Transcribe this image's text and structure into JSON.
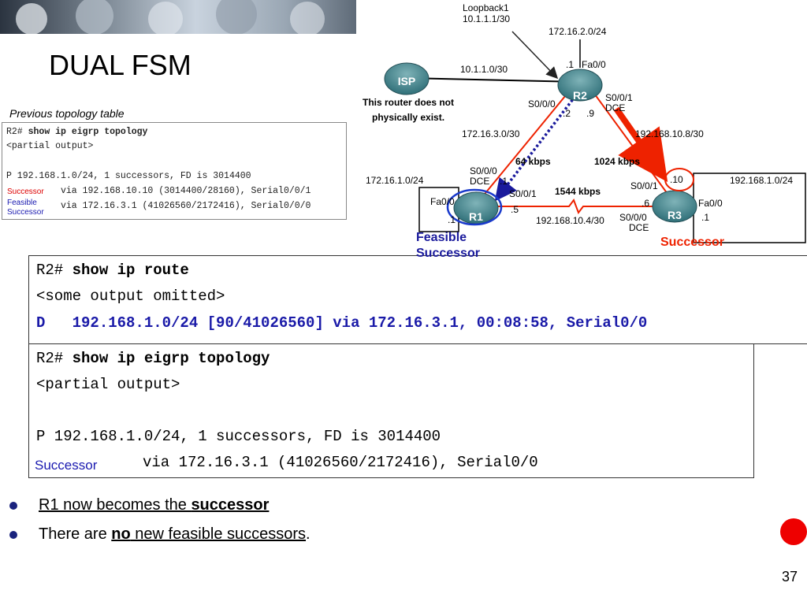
{
  "slide_title": "DUAL FSM",
  "prev_label": "Previous topology table",
  "mini_table": {
    "line1_prompt": "R2# ",
    "line1_cmd": "show ip eigrp topology",
    "line2": "<partial output>",
    "line3": "P 192.168.1.0/24, 1 successors, FD is 3014400",
    "line4": "via 192.168.10.10 (3014400/28160), Serial0/0/1",
    "line5": "via 172.16.3.1 (41026560/2172416), Serial0/0/0",
    "successor_tag": "Successor",
    "feasible_tag_1": "Feasible",
    "feasible_tag_2": "Successor"
  },
  "route_box": {
    "prompt": "R2# ",
    "command": "show ip route",
    "line2": "<some output omitted>",
    "line3": "D   192.168.1.0/24 [90/41026560] via 172.16.3.1, 00:08:58, Serial0/0"
  },
  "topology_box": {
    "prompt": "R2# ",
    "command": "show ip eigrp topology",
    "line2": "<partial output>",
    "line3": "P 192.168.1.0/24, 1 successors, FD is 3014400",
    "successor_tag": "Successor",
    "line4": "via 172.16.3.1 (41026560/2172416), Serial0/0"
  },
  "bullets": [
    {
      "pre": "R1 now becomes the ",
      "bold": "successor",
      "post": ""
    },
    {
      "pre": "There are ",
      "bold": "no",
      "post": " new feasible successors",
      "tail": "."
    }
  ],
  "page_number": "37",
  "diagram": {
    "loopback": "Loopback1",
    "loopback_ip": "10.1.1.1/30",
    "net_r2_lan": "172.16.2.0/24",
    "net_isp": "10.1.1.0/30",
    "r2_dot1": ".1",
    "r2_fa": "Fa0/0",
    "isp_name": "ISP",
    "isp_note1": "This router does not",
    "isp_note2": "physically exist.",
    "r2_name": "R2",
    "r2_s000": "S0/0/0",
    "r2_dot2": ".2",
    "r2_s001": "S0/0/1",
    "r2_dce": "DCE",
    "r2_dot9": ".9",
    "net_r1r2": "172.16.3.0/30",
    "net_r2r3": "192.168.10.8/30",
    "bw_r1r2": "64 kbps",
    "bw_r2r3": "1024 kbps",
    "net_r1_lan": "172.16.1.0/24",
    "r1_s000": "S0/0/0",
    "r1_dce": "DCE",
    "r1_dot1a": ".1",
    "r1_fa": "Fa0/0",
    "r1_dot1b": ".1",
    "r1_name": "R1",
    "r1_s001": "S0/0/1",
    "r1_dot5": ".5",
    "bw_r1r3": "1544 kbps",
    "net_r1r3": "192.168.10.4/30",
    "r3_s001": "S0/0/1",
    "r3_dot10": ".10",
    "r3_dot6": ".6",
    "r3_name": "R3",
    "r3_fa": "Fa0/0",
    "r3_dot1": ".1",
    "r3_s000": "S0/0/0",
    "r3_dce": "DCE",
    "net_r3_lan": "192.168.1.0/24",
    "feasible1": "Feasible",
    "feasible2": "Successor",
    "successor": "Successor",
    "accent_red": "#ee2200",
    "accent_blue": "#1a1a9c"
  }
}
